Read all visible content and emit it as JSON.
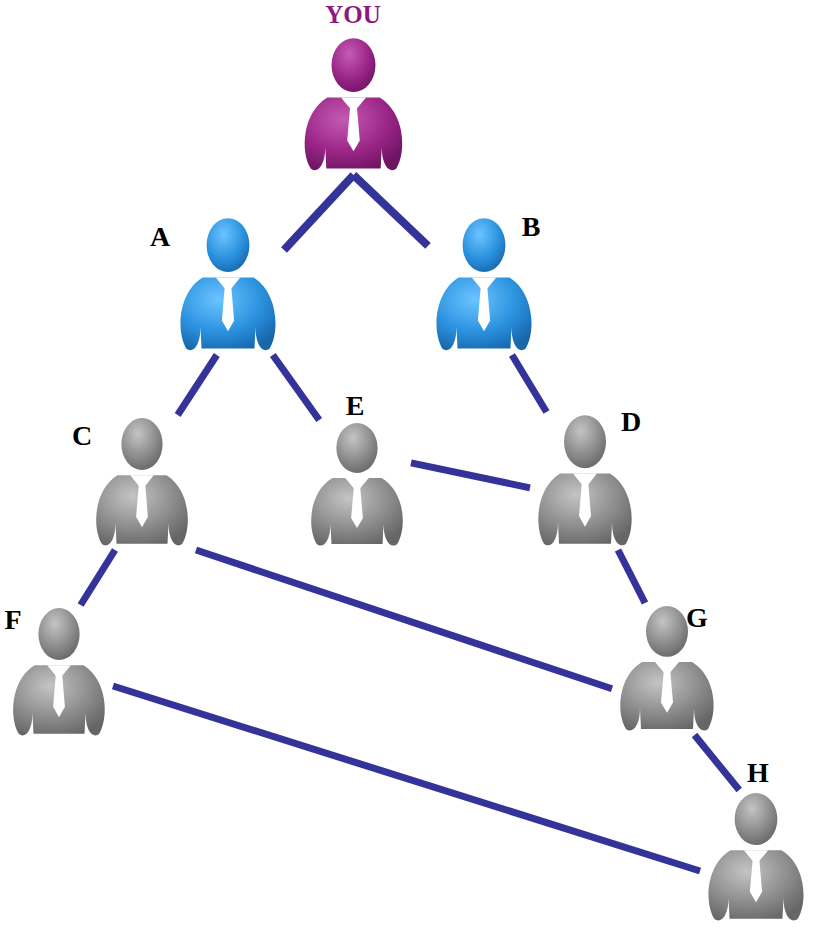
{
  "diagram": {
    "nodes": [
      {
        "text": [
          "YOU"
        ]
      },
      {
        "text": [
          "A"
        ]
      },
      {
        "text": [
          "B"
        ]
      },
      {
        "text": [
          "C"
        ]
      },
      {
        "text": [
          "E"
        ]
      },
      {
        "text": [
          "D"
        ]
      },
      {
        "text": [
          "F"
        ]
      },
      {
        "text": [
          "G"
        ]
      },
      {
        "text": [
          "H"
        ]
      }
    ],
    "edges": [
      {
        "from": 0,
        "to": 1,
        "arrow": "none"
      },
      {
        "from": 0,
        "to": 2,
        "arrow": "none"
      },
      {
        "from": 1,
        "to": 3,
        "arrow": "none"
      },
      {
        "from": 1,
        "to": 4,
        "arrow": "none"
      },
      {
        "from": 2,
        "to": 5,
        "arrow": "none"
      },
      {
        "from": 4,
        "to": 5,
        "arrow": "none"
      },
      {
        "from": 3,
        "to": 6,
        "arrow": "none"
      },
      {
        "from": 3,
        "to": 7,
        "arrow": "none"
      },
      {
        "from": 5,
        "to": 7,
        "arrow": "none"
      },
      {
        "from": 6,
        "to": 8,
        "arrow": "none"
      },
      {
        "from": 7,
        "to": 8,
        "arrow": "none"
      }
    ]
  }
}
